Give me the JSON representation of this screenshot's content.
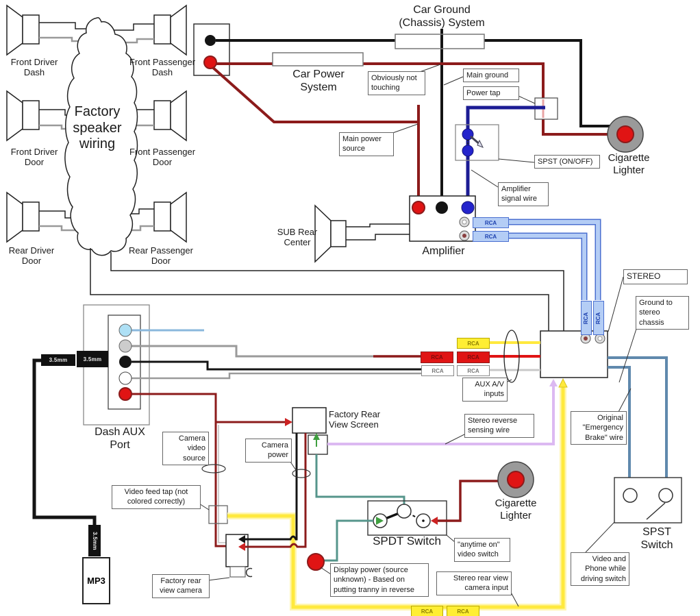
{
  "speakers": {
    "front_driver_dash": "Front Driver Dash",
    "front_passenger_dash": "Front Passenger Dash",
    "front_driver_door": "Front Driver Door",
    "front_passenger_door": "Front Passenger Door",
    "rear_driver_door": "Rear Driver Door",
    "rear_passenger_door": "Rear Passenger Door",
    "sub_rear_center": "SUB Rear Center",
    "factory_wiring": "Factory speaker wiring"
  },
  "power": {
    "car_power_system": "Car Power System",
    "car_ground_system": "Car Ground (Chassis) System",
    "main_ground": "Main ground",
    "power_tap": "Power tap",
    "main_power_source": "Main power source",
    "obviously_not_touching": "Obviously not touching",
    "spst_on_off": "SPST (ON/OFF)",
    "amplifier_signal_wire": "Amplifier signal wire",
    "cigarette_lighter_top": "Cigarette Lighter"
  },
  "audio": {
    "amplifier": "Amplifier",
    "stereo": "STEREO",
    "ground_to_stereo_chassis": "Ground to stereo chassis",
    "aux_av_inputs": "AUX A/V inputs",
    "dash_aux_port": "Dash AUX Port",
    "mp3": "MP3",
    "rca": "RCA",
    "jack_35mm": "3.5mm"
  },
  "video": {
    "factory_rear_view_screen": "Factory Rear View Screen",
    "camera_video_source": "Camera video source",
    "camera_power": "Camera power",
    "video_feed_tap": "Video feed tap (not colored correctly)",
    "factory_rear_view_camera": "Factory rear view camera",
    "stereo_reverse_sensing_wire": "Stereo reverse sensing wire",
    "emergency_brake_wire": "Original \"Emergency Brake\" wire",
    "spdt_switch": "SPDT Switch",
    "anytime_on_video_switch": "\"anytime on\" video switch",
    "display_power_note": "Display power (source unknown) - Based on putting tranny in reverse",
    "stereo_rear_view_camera_input": "Stereo rear view camera input",
    "cigarette_lighter_bottom": "Cigarette Lighter",
    "spst_switch": "SPST Switch",
    "video_phone_driving_switch": "Video and Phone while driving switch"
  },
  "colors": {
    "power_wire": "#8c1b1b",
    "ground_wire": "#141414",
    "amp_signal_wire": "#1c1c94",
    "rca_cable": "#a9c4ee",
    "video_wire_yellow": "#ffe93e",
    "reverse_sense_wire": "#dcb9f2",
    "display_power_wire": "#55958b",
    "stereo_ground_wire": "#6089ad",
    "accent_red": "#e01414"
  }
}
